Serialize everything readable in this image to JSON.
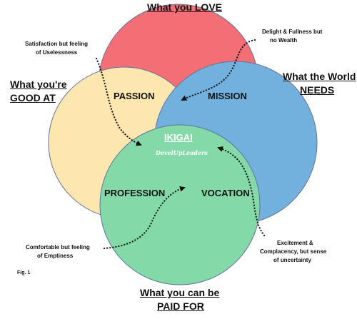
{
  "headings": {
    "love": "What you LOVE",
    "good_line1": "What you're",
    "good_line2": "GOOD AT",
    "needs_line1": "What the World",
    "needs_line2": "NEEDS",
    "paid_line1": "What you can be",
    "paid_line2": "PAID FOR"
  },
  "regions": {
    "passion": "PASSION",
    "mission": "MISSION",
    "profession": "PROFESSION",
    "vocation": "VOCATION"
  },
  "center": {
    "title": "IKIGAI",
    "subtitle": "DevelUpLeaders"
  },
  "notes": {
    "passion_line1": "Satisfaction but feeling",
    "passion_line2": "of Uselessness",
    "mission_line1": "Delight & Fullness but",
    "mission_line2": "no Wealth",
    "profession_line1": "Comfortable but feeling",
    "profession_line2": "of Emptiness",
    "vocation_line1": "Excitement &",
    "vocation_line2": "Complacency, but sense",
    "vocation_line3": "of uncertainty"
  },
  "figure_label": "Fig. 1",
  "colors": {
    "love": "#f2575d",
    "good": "#fde3a2",
    "needs": "#5aa3d8",
    "paid": "#6fd39a",
    "outline": "#4a5a8a"
  }
}
